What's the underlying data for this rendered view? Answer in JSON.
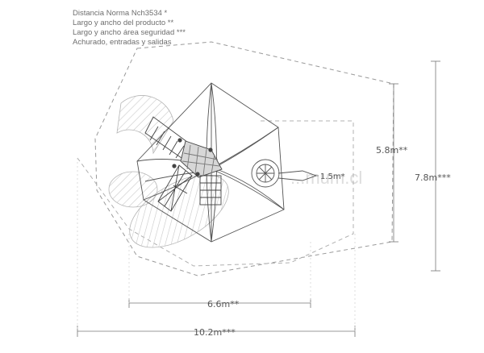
{
  "legend": {
    "line1": "Distancia Norma Nch3534 *",
    "line2": "Largo y ancho del producto **",
    "line3": "Largo y ancho área seguridad ***",
    "line4": "Achurado, entradas y salidas"
  },
  "dimensions": {
    "slide_reach": "1.5m*",
    "product_width": "5.8m**",
    "safety_width": "7.8m***",
    "product_length": "6.6m**",
    "safety_length": "10.2m***"
  },
  "watermark": "...mum.cl",
  "colors": {
    "line": "#555555",
    "dashed": "#9a9a9a",
    "hatch": "#c8c8c8",
    "text": "#6e6e6e"
  }
}
